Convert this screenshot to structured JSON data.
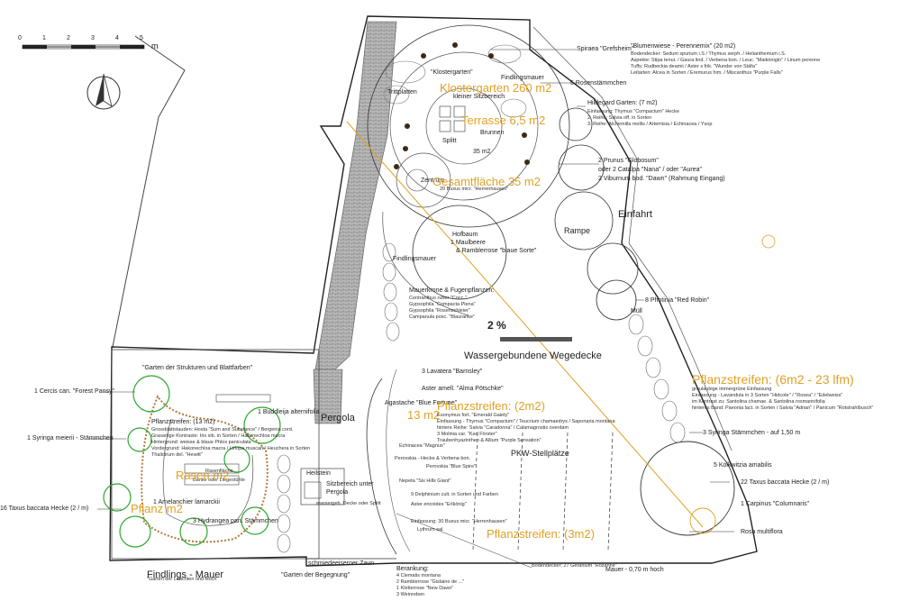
{
  "scale": {
    "ticks": [
      "0",
      "1",
      "2",
      "3",
      "4",
      "5"
    ],
    "unit": "m"
  },
  "north_arrow": {
    "icon": "north-arrow-icon"
  },
  "colors": {
    "line": "#222222",
    "accent_orange": "#e0a126",
    "tree_green": "#2fa62f",
    "hedge_brown": "#b07a3a",
    "paving": "#8a8a8a"
  },
  "labels": {
    "klostergarten": "\"Klostergarten\"",
    "klostergarten_area": "Klostergarten 260 m2",
    "kleiner_sitzbereich": "kleiner Sitzbereich",
    "trittplatten": "Trittplatten",
    "findlingsmauer_top": "Findlingsmauer",
    "rosenstaemmchen": "5 Rosenstämmchen",
    "terrasse": "Terrasse 6,5 m2",
    "brunnen": "Brunnen",
    "splitt": "Splitt",
    "area35": "35 m2",
    "zentrum": "Zentrum",
    "zentrum_sub": "20 Buxus micr. \"Herrenhausen\"",
    "gesamtflaeche": "Gesamtfläche 35 m2",
    "einfahrt": "Einfahrt",
    "rampe": "Rampe",
    "hofbaum": "Hofbaum",
    "maulbeere": "1 Maulbeere",
    "ramblerrose": "& Ramblerrose \"blaue Sorte\"",
    "findlingsmauer": "Findlingsmauer",
    "mauerkrone_title": "Mauerkrone & Fugenpflanzen:",
    "mauerkrone_items": [
      "Centranthus ruber \"Cocc.\"",
      "Gypsophila \"Compacta Plena\"",
      "Gypsophila \"Rosenschleier\"",
      "Campanula posc. \"Blauranke\""
    ],
    "gefaelle": "2 %",
    "wegedecke": "Wassergebundene Wegedecke",
    "muell": "Müll",
    "photinia": "8 Photinia \"Red Robin\"",
    "pergola": "Pergola",
    "lavatera": "3 Lavatera \"Barnsley\"",
    "aster_amell": "Aster amell. \"Alma Pötschke\"",
    "agastache": "Agastache \"Blue Fortune\"",
    "pflanzstreifen_2m2": "Pflanzstreifen: (2m2)",
    "m2_13": "13 m2",
    "euonymus": "Euonymus fort. \"Emerald Gaiety\"",
    "einfassung_mid": "Einfassung - Thymus \"Compactum\" / Teucrium chamaedrys / Saponaria montana",
    "hintere_reihe_mid": "hintere Reihe: Salvia \"Caradonna\" / Calamagrostis overdam",
    "molinia": "3 Molinia car. \"Karl Förster\"",
    "traubenhyazinthen": "Traubenhyazinthen & Allium \"Purple Sensation\"",
    "echinacea": "Echinacea \"Magnus\"",
    "perovskia1": "Perovskia - Hecke & Verbena bon.",
    "perovskia2": "Perovskia \"Blue Spire\"",
    "pkw": "PKW-Stellplätze",
    "heilstein": "Heilstein",
    "sitzbereich": "Sitzbereich unter",
    "sitzbereich2": "Pergola",
    "nepeta": "Nepeta \"Six Hills Giant\"",
    "delphinium": "9 Delphinium cult. in Sorten und Farben",
    "wassergeb": "wassergeb. Decke oder Splitt",
    "aster_ericoides": "Aster ericoides \"Erlkönig\"",
    "einfassung30": "Einfassung: 30 Buxus micr. \"Herrenhausen\"",
    "lythrum": "Lythrum sal.",
    "pflanzstreifen_3m2": "Pflanzstreifen: (3m2)",
    "bodendecker_bottom": "Bodendecker: 27 Geranium \"Rozanne\"",
    "schmiedeeisern": "schmiedeeiserner Zaun",
    "garten_begegnung": "\"Garten der Begegnung\"",
    "berankung_title": "Berankung:",
    "berankung_items": [
      "4 Clematis montana",
      "2 Ramblerrose \"Gislaine de ...\"",
      "1 Kletterrose \"New Dawn\"",
      "3 Weinreben"
    ],
    "mauer_070": "Mauer - 0,70 m hoch",
    "rosa_multiflora": "Rosa multiflora",
    "carpinus": "1 Carpinus \"Columnaris\"",
    "taxus_right": "22 Taxus baccata Hecke (2 / m)",
    "kolkwitzia": "5 Kolkwitzia amabilis",
    "syringa_right": "3 Syringa Stämmchen - auf 1,50 m",
    "pflanzstreifen_6m2": "Pflanzstreifen: (6m2 - 23 lfm)",
    "ps6_lines": [
      "graulaubige immergrüne Einfassung",
      "Einfassung - Lavandula in 3 Sorten \"Hidcote\" / \"Rosea\" / \"Edelweiss\"",
      "im Kontrast zu: Santolina chamae. & Santolina rosmarinifolia",
      "hinteres Band: Paeonia lact. in Sorten / Salvia \"Adrian\" / Panicum \"Rotstrahlbusch\""
    ],
    "spiraea": "Spiraea \"Grefsheim\"",
    "blumenwiese": "\"Blumenwiese - Perennemix\" (20 m2)",
    "blumen_lines": [
      "Bodendecker: Sedum spurium i.S / Thymus serph. / Helianthemum i.S.",
      "Aspekte: Stipa tenui. / Gaura lind. / Verbena bon. / Leuc. \"Maikönigin\" / Linum perenne",
      "Tuffs: Rudbeckia deamii / Aster x frik. \"Wunder von Stäfa\"",
      "Leitarten: Alcea in Sorten / Eremurus him. / Miscanthus \"Purple Falls\""
    ],
    "hildegard": "Hildegard Garten: (7 m2)",
    "hildegard_lines": [
      "Einfassung: Thymus \"Compactum\" Hecke",
      "2. Reihe: Salvia off. in Sorten",
      "3. Reihe: Alchemilla mollis / Artemisia / Echinacea / Ysop"
    ],
    "prunus": "2 Prunus \"Globosum\"",
    "catalpa": "oder 2 Catalpa \"Nana\" / oder \"Aurea\"",
    "viburnum": "2 Viburnum bod. \"Dawn\" (Rahmung Eingang)",
    "garten_strukturen": "\"Garten der Strukturen und Blattfarben\"",
    "cercis": "1 Cercis can. \"Forest Pansy\"",
    "buddleja": "1 Buddleija alternifolia",
    "pflanzstreifen_left": "Pflanzstreifen: (13 m2)",
    "left_lines": [
      "Grossblattstauden: Hosta \"Sum and Substance\" / Bergenia cord.",
      "Grasartige Kontraste: Iris sib. in Sorten / Hakonechloa macra",
      "Hintergrund: weisse & blaue Phlox paniculata",
      "Vordergrund: Hakonechloa macra / Liriope muscari / Heuchera in Sorten",
      "Thalictrum del. \"Hewitt\""
    ],
    "syringa_left": "1 Syringa meierii - Stämmchen",
    "rasenflaeche": "Rasenfläche",
    "baenke": "Bänke oder Liegestühle",
    "rasen_m2": "Rasen m2",
    "amelanchier": "1 Amelanchier lamarckii",
    "pflanz_m2": "Pflanz m2",
    "hydrangea": "3 Hydrangea pan. Stämmchen",
    "taxus_left": "16 Taxus baccata Hecke (2 / m)",
    "findlings_mauer": "Findlings - Mauer",
    "garten_leuchten": "\"Garten der Leuchten und Hoch"
  }
}
